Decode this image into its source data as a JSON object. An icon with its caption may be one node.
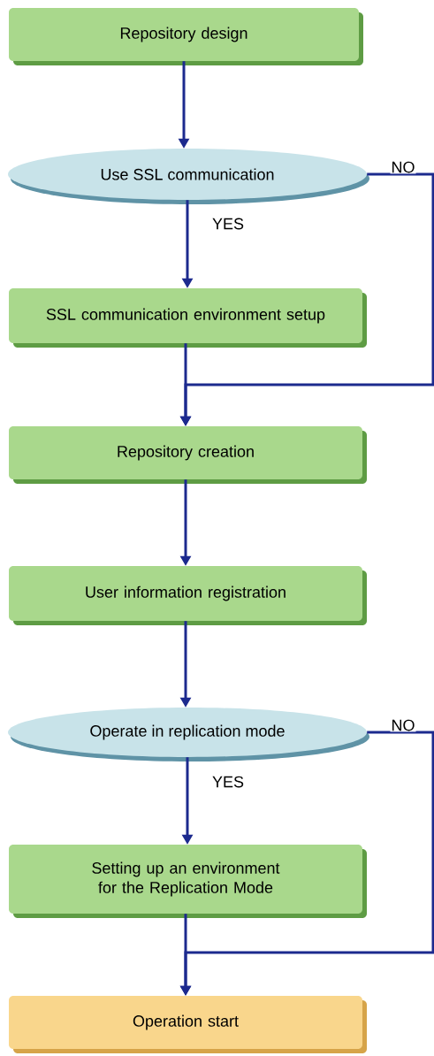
{
  "diagram": {
    "nodes": [
      {
        "text": [
          "Repository design"
        ]
      },
      {
        "text": [
          "Use SSL communication"
        ]
      },
      {
        "text": [
          "SSL communication environment setup"
        ]
      },
      {
        "text": [
          "Repository creation"
        ]
      },
      {
        "text": [
          "User information registration"
        ]
      },
      {
        "text": [
          "Operate in replication mode"
        ]
      },
      {
        "text": [
          "Setting up an environment for the Replication Mode"
        ]
      },
      {
        "text": [
          "Operation start"
        ]
      }
    ],
    "edges": [
      {
        "from": 0,
        "to": 1,
        "arrow": "to"
      },
      {
        "from": 1,
        "to": 2,
        "arrow": "to",
        "label": "YES"
      },
      {
        "from": 1,
        "to": 3,
        "arrow": "to",
        "label": "NO"
      },
      {
        "from": 2,
        "to": 3,
        "arrow": "to"
      },
      {
        "from": 3,
        "to": 4,
        "arrow": "to"
      },
      {
        "from": 4,
        "to": 5,
        "arrow": "to"
      },
      {
        "from": 5,
        "to": 6,
        "arrow": "to",
        "label": "YES"
      },
      {
        "from": 5,
        "to": 7,
        "arrow": "to",
        "label": "NO"
      },
      {
        "from": 6,
        "to": 7,
        "arrow": "to"
      }
    ]
  }
}
